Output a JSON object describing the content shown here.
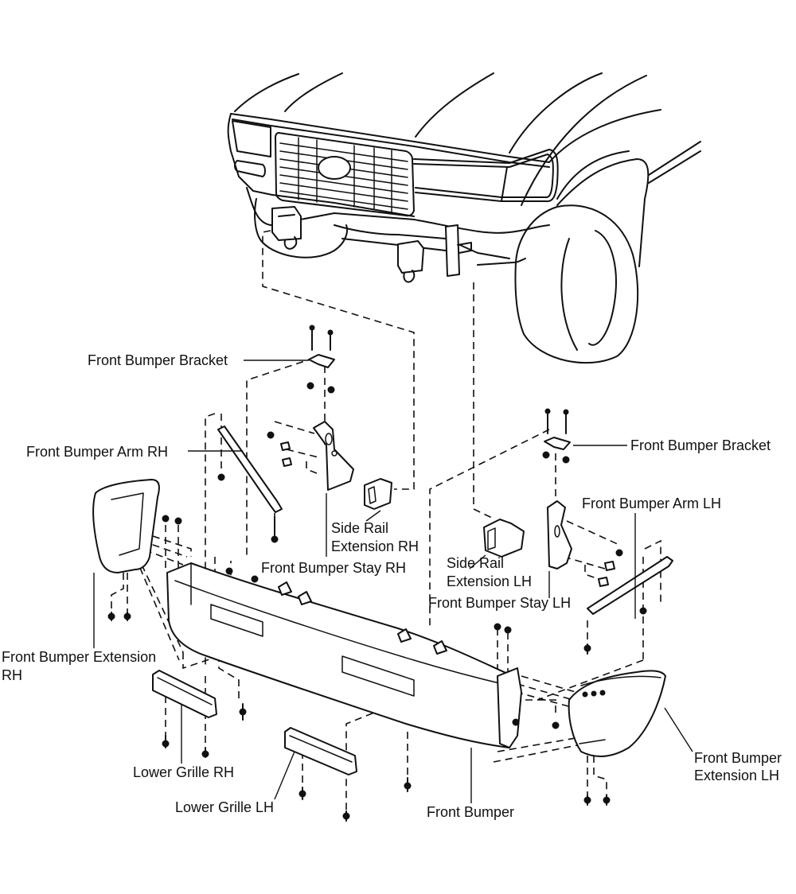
{
  "diagram": {
    "title": "Front Bumper Assembly Exploded View",
    "labels": {
      "bracket_rh": "Front Bumper Bracket",
      "bracket_lh": "Front Bumper Bracket",
      "arm_rh": "Front Bumper Arm RH",
      "arm_lh": "Front Bumper Arm LH",
      "side_rail_rh_1": "Side Rail",
      "side_rail_rh_2": "Extension RH",
      "side_rail_lh_1": "Side Rail",
      "side_rail_lh_2": "Extension LH",
      "stay_rh": "Front Bumper Stay RH",
      "stay_lh": "Front Bumper Stay LH",
      "extension_rh_1": "Front Bumper Extension",
      "extension_rh_2": "RH",
      "extension_lh_1": "Front Bumper",
      "extension_lh_2": "Extension LH",
      "lower_grille_rh": "Lower Grille RH",
      "lower_grille_lh": "Lower Grille LH",
      "front_bumper": "Front Bumper"
    }
  }
}
